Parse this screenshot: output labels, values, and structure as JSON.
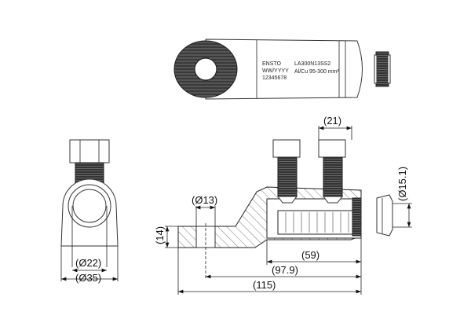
{
  "top_view": {
    "marking_brand": "ENSTO",
    "marking_date": "WW/YYYY",
    "marking_serial": "12345678",
    "marking_model": "LA300N13SS2",
    "marking_range": "Al/Cu 95-300 mm²"
  },
  "dimensions": {
    "inner_diameter": "(Ø22)",
    "outer_diameter": "(Ø35)",
    "bolt_spacing": "(21)",
    "hole_diameter": "(Ø13)",
    "palm_thickness": "(14)",
    "barrel_length": "(59)",
    "hole_to_end": "(97.9)",
    "total_length": "(115)",
    "plug_diameter": "(Ø15.1)"
  }
}
